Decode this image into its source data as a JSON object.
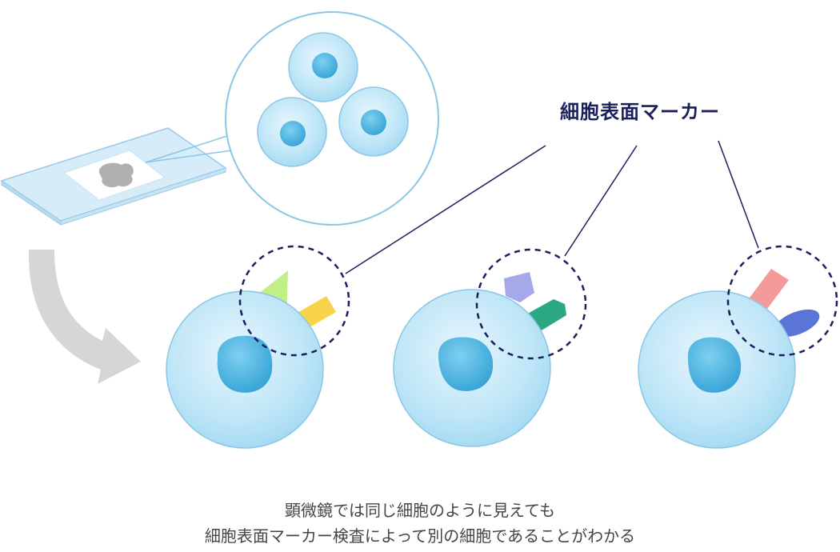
{
  "labels": {
    "marker_title": "細胞表面マーカー"
  },
  "caption": {
    "line1": "顕微鏡では同じ細胞のように見えても",
    "line2": "細胞表面マーカー検査によって別の細胞であることがわかる"
  },
  "colors": {
    "cell_fill": "#bfe6f7",
    "cell_stroke": "#8cc6e6",
    "nucleus": "#4ab2df",
    "dashed_circle": "#1b1f5e",
    "leader_line": "#1b1f5e",
    "slide": "#d6ecf8",
    "arrow": "#d6d6d6",
    "marker_green": "#b9ec7a",
    "marker_yellow": "#f7d34a",
    "marker_lavender": "#a5a9e8",
    "marker_teal": "#2aa783",
    "marker_pink": "#f59a9a",
    "marker_blue": "#5b74d8"
  },
  "icons": [
    "microscope-slide-icon",
    "magnifier-circle-icon",
    "curved-arrow-icon"
  ]
}
